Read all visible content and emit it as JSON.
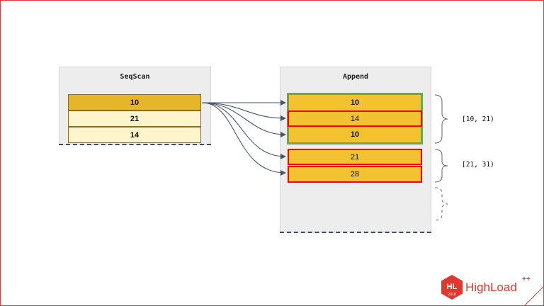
{
  "seqscan": {
    "title": "SeqScan",
    "rows": [
      "10",
      "21",
      "14"
    ]
  },
  "append": {
    "title": "Append",
    "group1": [
      "10",
      "14",
      "10"
    ],
    "group2": [
      "21",
      "28"
    ]
  },
  "ranges": [
    "[10, 21)",
    "[21, 31)"
  ],
  "logo": {
    "badge": "HL",
    "year": "2018",
    "name": "HighLoad",
    "sup": "++"
  },
  "colors": {
    "cell_dark": "#e6b62a",
    "cell_light": "#fff4cc",
    "output_cell": "#f2c230",
    "highlight_red": "#ff0000",
    "highlight_green": "#6aa84f",
    "brand": "#e0382d"
  }
}
